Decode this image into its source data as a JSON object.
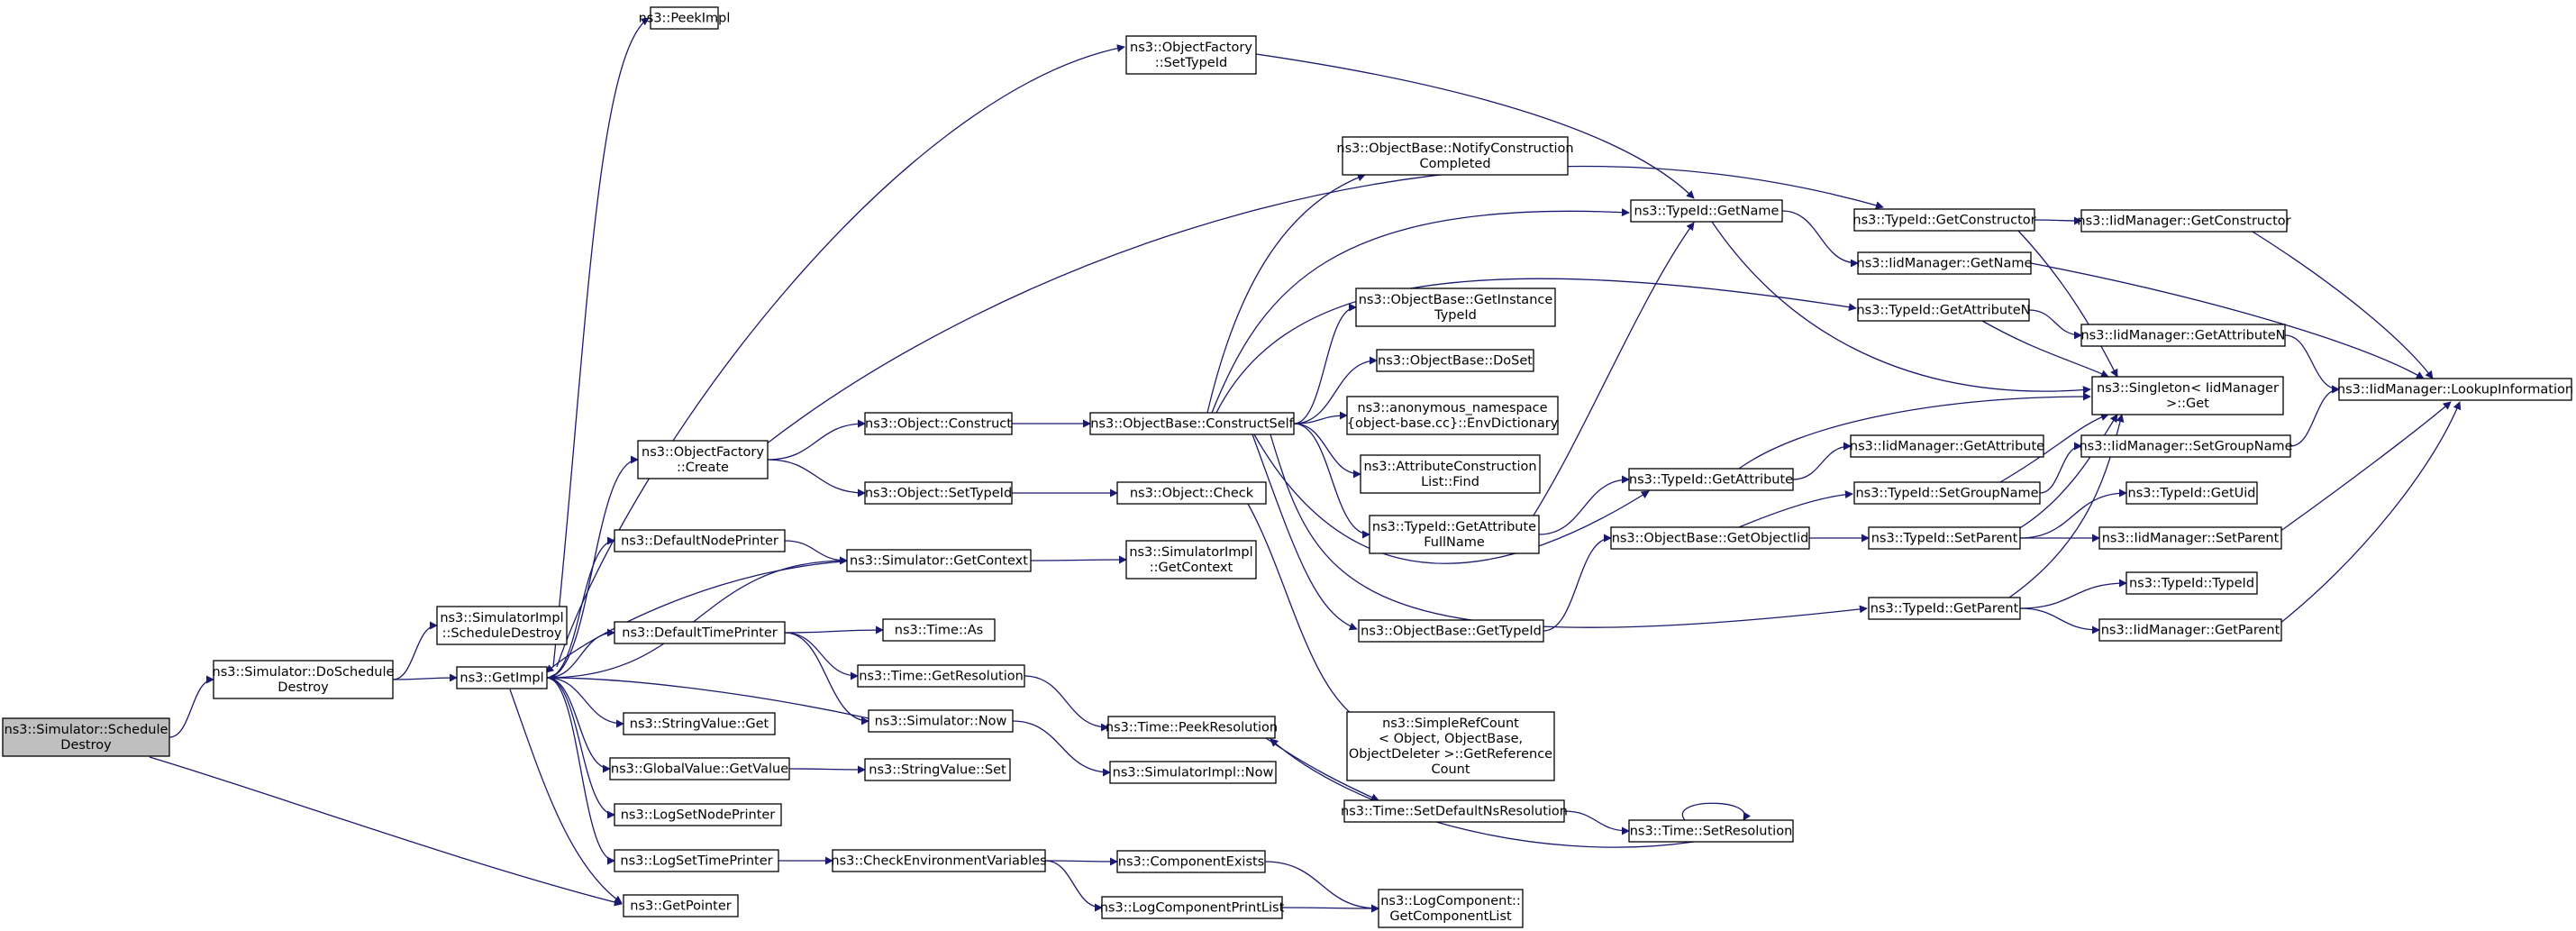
{
  "graph": {
    "type": "call-graph",
    "edge_color": "#191970",
    "root_fill": "#bfbfbf",
    "nodes": [
      {
        "id": "root",
        "lines": [
          "ns3::Simulator::Schedule",
          "Destroy"
        ]
      },
      {
        "id": "doScheduleDestroy",
        "lines": [
          "ns3::Simulator::DoSchedule",
          "Destroy"
        ]
      },
      {
        "id": "getPointer",
        "lines": [
          "ns3::GetPointer"
        ]
      },
      {
        "id": "simImplScheduleDestroy",
        "lines": [
          "ns3::SimulatorImpl",
          "::ScheduleDestroy"
        ]
      },
      {
        "id": "getImpl",
        "lines": [
          "ns3::GetImpl"
        ]
      },
      {
        "id": "peekImpl",
        "lines": [
          "ns3::PeekImpl"
        ]
      },
      {
        "id": "objectFactoryCreate",
        "lines": [
          "ns3::ObjectFactory",
          "::Create"
        ]
      },
      {
        "id": "defaultNodePrinter",
        "lines": [
          "ns3::DefaultNodePrinter"
        ]
      },
      {
        "id": "defaultTimePrinter",
        "lines": [
          "ns3::DefaultTimePrinter"
        ]
      },
      {
        "id": "stringValueGet",
        "lines": [
          "ns3::StringValue::Get"
        ]
      },
      {
        "id": "globalValueGetValue",
        "lines": [
          "ns3::GlobalValue::GetValue"
        ]
      },
      {
        "id": "logSetNodePrinter",
        "lines": [
          "ns3::LogSetNodePrinter"
        ]
      },
      {
        "id": "logSetTimePrinter",
        "lines": [
          "ns3::LogSetTimePrinter"
        ]
      },
      {
        "id": "objectConstruct",
        "lines": [
          "ns3::Object::Construct"
        ]
      },
      {
        "id": "objectSetTypeId",
        "lines": [
          "ns3::Object::SetTypeId"
        ]
      },
      {
        "id": "simulatorGetContext",
        "lines": [
          "ns3::Simulator::GetContext"
        ]
      },
      {
        "id": "timeAs",
        "lines": [
          "ns3::Time::As"
        ]
      },
      {
        "id": "timeGetResolution",
        "lines": [
          "ns3::Time::GetResolution"
        ]
      },
      {
        "id": "simulatorNow",
        "lines": [
          "ns3::Simulator::Now"
        ]
      },
      {
        "id": "stringValueSet",
        "lines": [
          "ns3::StringValue::Set"
        ]
      },
      {
        "id": "checkEnvVars",
        "lines": [
          "ns3::CheckEnvironmentVariables"
        ]
      },
      {
        "id": "objectFactorySetTypeId",
        "lines": [
          "ns3::ObjectFactory",
          "::SetTypeId"
        ]
      },
      {
        "id": "objectBaseConstructSelf",
        "lines": [
          "ns3::ObjectBase::ConstructSelf"
        ]
      },
      {
        "id": "objectCheck",
        "lines": [
          "ns3::Object::Check"
        ]
      },
      {
        "id": "simImplGetContext",
        "lines": [
          "ns3::SimulatorImpl",
          "::GetContext"
        ]
      },
      {
        "id": "timePeekResolution",
        "lines": [
          "ns3::Time::PeekResolution"
        ]
      },
      {
        "id": "simImplNow",
        "lines": [
          "ns3::SimulatorImpl::Now"
        ]
      },
      {
        "id": "componentExists",
        "lines": [
          "ns3::ComponentExists"
        ]
      },
      {
        "id": "logComponentPrintList",
        "lines": [
          "ns3::LogComponentPrintList"
        ]
      },
      {
        "id": "notifyConstructionCompleted",
        "lines": [
          "ns3::ObjectBase::NotifyConstruction",
          "Completed"
        ]
      },
      {
        "id": "getInstanceTypeId",
        "lines": [
          "ns3::ObjectBase::GetInstance",
          "TypeId"
        ]
      },
      {
        "id": "objectBaseDoSet",
        "lines": [
          "ns3::ObjectBase::DoSet"
        ]
      },
      {
        "id": "envDictionary",
        "lines": [
          "ns3::anonymous_namespace",
          "{object-base.cc}::EnvDictionary"
        ]
      },
      {
        "id": "attrConstructionListFind",
        "lines": [
          "ns3::AttributeConstruction",
          "List::Find"
        ]
      },
      {
        "id": "getAttributeFullName",
        "lines": [
          "ns3::TypeId::GetAttribute",
          "FullName"
        ]
      },
      {
        "id": "objectBaseGetTypeId",
        "lines": [
          "ns3::ObjectBase::GetTypeId"
        ]
      },
      {
        "id": "simpleRefCount",
        "lines": [
          "ns3::SimpleRefCount",
          "< Object, ObjectBase,",
          "ObjectDeleter >::GetReference",
          "Count"
        ]
      },
      {
        "id": "timeSetDefaultNsResolution",
        "lines": [
          "ns3::Time::SetDefaultNsResolution"
        ]
      },
      {
        "id": "logComponentGetComponentList",
        "lines": [
          "ns3::LogComponent::",
          "GetComponentList"
        ]
      },
      {
        "id": "typeIdGetName",
        "lines": [
          "ns3::TypeId::GetName"
        ]
      },
      {
        "id": "typeIdGetAttribute",
        "lines": [
          "ns3::TypeId::GetAttribute"
        ]
      },
      {
        "id": "objectBaseGetObjectIid",
        "lines": [
          "ns3::ObjectBase::GetObjectIid"
        ]
      },
      {
        "id": "timeSetResolution",
        "lines": [
          "ns3::Time::SetResolution"
        ]
      },
      {
        "id": "typeIdGetConstructor",
        "lines": [
          "ns3::TypeId::GetConstructor"
        ]
      },
      {
        "id": "iidManagerGetName",
        "lines": [
          "ns3::IidManager::GetName"
        ]
      },
      {
        "id": "typeIdGetAttributeN",
        "lines": [
          "ns3::TypeId::GetAttributeN"
        ]
      },
      {
        "id": "iidManagerGetAttribute",
        "lines": [
          "ns3::IidManager::GetAttribute"
        ]
      },
      {
        "id": "typeIdSetGroupName",
        "lines": [
          "ns3::TypeId::SetGroupName"
        ]
      },
      {
        "id": "typeIdSetParent",
        "lines": [
          "ns3::TypeId::SetParent"
        ]
      },
      {
        "id": "typeIdGetParent",
        "lines": [
          "ns3::TypeId::GetParent"
        ]
      },
      {
        "id": "iidManagerGetConstructor",
        "lines": [
          "ns3::IidManager::GetConstructor"
        ]
      },
      {
        "id": "iidManagerGetAttributeN",
        "lines": [
          "ns3::IidManager::GetAttributeN"
        ]
      },
      {
        "id": "singletonGet",
        "lines": [
          "ns3::Singleton< IidManager",
          ">::Get"
        ]
      },
      {
        "id": "iidManagerSetGroupName",
        "lines": [
          "ns3::IidManager::SetGroupName"
        ]
      },
      {
        "id": "typeIdGetUid",
        "lines": [
          "ns3::TypeId::GetUid"
        ]
      },
      {
        "id": "iidManagerSetParent",
        "lines": [
          "ns3::IidManager::SetParent"
        ]
      },
      {
        "id": "typeIdTypeId",
        "lines": [
          "ns3::TypeId::TypeId"
        ]
      },
      {
        "id": "iidManagerGetParent",
        "lines": [
          "ns3::IidManager::GetParent"
        ]
      },
      {
        "id": "iidManagerLookupInformation",
        "lines": [
          "ns3::IidManager::LookupInformation"
        ]
      }
    ],
    "edges": [
      [
        "root",
        "doScheduleDestroy"
      ],
      [
        "root",
        "getPointer"
      ],
      [
        "doScheduleDestroy",
        "simImplScheduleDestroy"
      ],
      [
        "doScheduleDestroy",
        "getImpl"
      ],
      [
        "getImpl",
        "peekImpl"
      ],
      [
        "getImpl",
        "objectFactoryCreate"
      ],
      [
        "getImpl",
        "defaultNodePrinter"
      ],
      [
        "getImpl",
        "simulatorGetContext"
      ],
      [
        "getImpl",
        "defaultTimePrinter"
      ],
      [
        "getImpl",
        "stringValueGet"
      ],
      [
        "getImpl",
        "globalValueGetValue"
      ],
      [
        "getImpl",
        "logSetNodePrinter"
      ],
      [
        "getImpl",
        "logSetTimePrinter"
      ],
      [
        "getImpl",
        "getPointer"
      ],
      [
        "getImpl",
        "objectFactorySetTypeId"
      ],
      [
        "defaultNodePrinter",
        "simulatorGetContext"
      ],
      [
        "simulatorGetContext",
        "getImpl"
      ],
      [
        "simulatorGetContext",
        "simImplGetContext"
      ],
      [
        "defaultTimePrinter",
        "timeAs"
      ],
      [
        "defaultTimePrinter",
        "timeGetResolution"
      ],
      [
        "defaultTimePrinter",
        "simulatorNow"
      ],
      [
        "simulatorNow",
        "getImpl"
      ],
      [
        "simulatorNow",
        "simImplNow"
      ],
      [
        "timeGetResolution",
        "timePeekResolution"
      ],
      [
        "globalValueGetValue",
        "stringValueSet"
      ],
      [
        "logSetTimePrinter",
        "checkEnvVars"
      ],
      [
        "checkEnvVars",
        "componentExists"
      ],
      [
        "checkEnvVars",
        "logComponentPrintList"
      ],
      [
        "componentExists",
        "logComponentGetComponentList"
      ],
      [
        "logComponentPrintList",
        "logComponentGetComponentList"
      ],
      [
        "objectFactoryCreate",
        "typeIdGetConstructor"
      ],
      [
        "objectFactoryCreate",
        "objectConstruct"
      ],
      [
        "objectFactoryCreate",
        "objectSetTypeId"
      ],
      [
        "objectFactorySetTypeId",
        "typeIdGetName"
      ],
      [
        "objectConstruct",
        "objectBaseConstructSelf"
      ],
      [
        "objectSetTypeId",
        "objectCheck"
      ],
      [
        "objectCheck",
        "simpleRefCount"
      ],
      [
        "objectBaseConstructSelf",
        "notifyConstructionCompleted"
      ],
      [
        "objectBaseConstructSelf",
        "typeIdGetName"
      ],
      [
        "objectBaseConstructSelf",
        "typeIdGetAttributeN"
      ],
      [
        "objectBaseConstructSelf",
        "getInstanceTypeId"
      ],
      [
        "objectBaseConstructSelf",
        "objectBaseDoSet"
      ],
      [
        "objectBaseConstructSelf",
        "envDictionary"
      ],
      [
        "objectBaseConstructSelf",
        "attrConstructionListFind"
      ],
      [
        "objectBaseConstructSelf",
        "getAttributeFullName"
      ],
      [
        "objectBaseConstructSelf",
        "typeIdGetAttribute"
      ],
      [
        "objectBaseConstructSelf",
        "objectBaseGetTypeId"
      ],
      [
        "objectBaseConstructSelf",
        "typeIdGetParent"
      ],
      [
        "getAttributeFullName",
        "typeIdGetName"
      ],
      [
        "getAttributeFullName",
        "typeIdGetAttribute"
      ],
      [
        "objectBaseGetTypeId",
        "objectBaseGetObjectIid"
      ],
      [
        "objectBaseGetObjectIid",
        "typeIdSetGroupName"
      ],
      [
        "objectBaseGetObjectIid",
        "typeIdSetParent"
      ],
      [
        "typeIdGetName",
        "iidManagerGetName"
      ],
      [
        "typeIdGetName",
        "singletonGet"
      ],
      [
        "typeIdGetAttribute",
        "singletonGet"
      ],
      [
        "typeIdGetAttribute",
        "iidManagerGetAttribute"
      ],
      [
        "typeIdGetConstructor",
        "iidManagerGetConstructor"
      ],
      [
        "typeIdGetConstructor",
        "singletonGet"
      ],
      [
        "typeIdGetAttributeN",
        "iidManagerGetAttributeN"
      ],
      [
        "typeIdGetAttributeN",
        "singletonGet"
      ],
      [
        "typeIdSetGroupName",
        "singletonGet"
      ],
      [
        "typeIdSetGroupName",
        "iidManagerSetGroupName"
      ],
      [
        "typeIdSetParent",
        "singletonGet"
      ],
      [
        "typeIdSetParent",
        "typeIdGetUid"
      ],
      [
        "typeIdSetParent",
        "iidManagerSetParent"
      ],
      [
        "typeIdGetParent",
        "singletonGet"
      ],
      [
        "typeIdGetParent",
        "typeIdTypeId"
      ],
      [
        "typeIdGetParent",
        "iidManagerGetParent"
      ],
      [
        "iidManagerGetConstructor",
        "iidManagerLookupInformation"
      ],
      [
        "iidManagerGetName",
        "iidManagerLookupInformation"
      ],
      [
        "iidManagerGetAttributeN",
        "iidManagerLookupInformation"
      ],
      [
        "iidManagerSetGroupName",
        "iidManagerLookupInformation"
      ],
      [
        "iidManagerSetParent",
        "iidManagerLookupInformation"
      ],
      [
        "iidManagerGetParent",
        "iidManagerLookupInformation"
      ],
      [
        "timePeekResolution",
        "timeSetDefaultNsResolution"
      ],
      [
        "timeSetDefaultNsResolution",
        "timeSetResolution"
      ],
      [
        "timeSetResolution",
        "timePeekResolution"
      ],
      [
        "timeSetResolution",
        "timeSetResolution"
      ]
    ]
  }
}
